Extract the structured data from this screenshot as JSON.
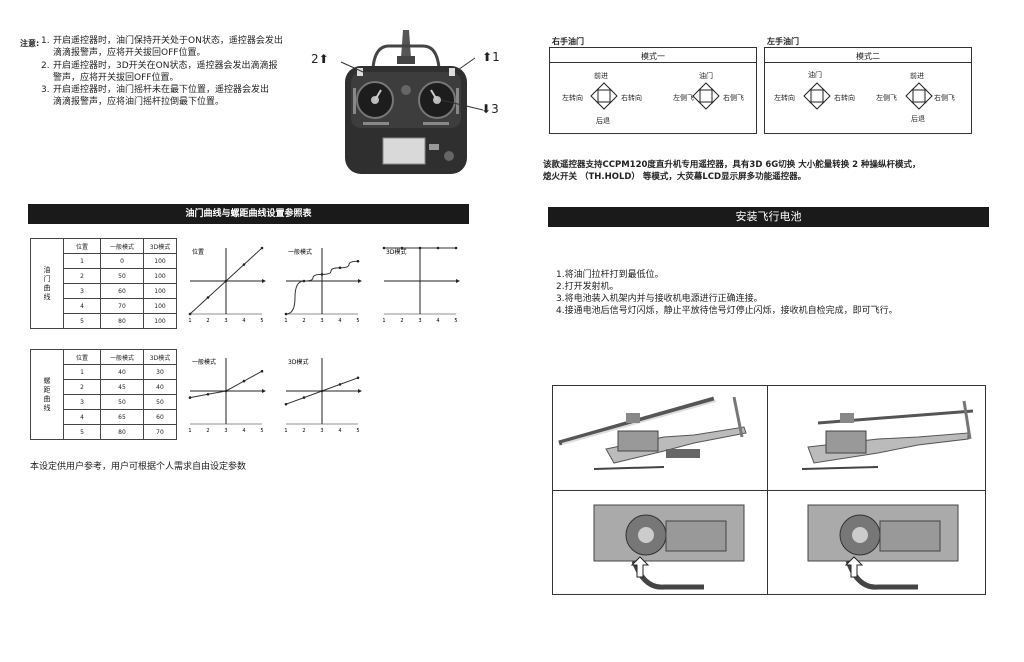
{
  "notes": {
    "label": "注意:",
    "items": [
      {
        "num": "1.",
        "line1": "开启遥控器时，油门保持开关处于ON状态，遥控器会发出",
        "line2": "滴滴报警声，应将开关拔回OFF位置。"
      },
      {
        "num": "2.",
        "line1": "开启遥控器时，3D开关在ON状态，遥控器会发出滴滴报",
        "line2": "警声，应将开关拔回OFF位置。"
      },
      {
        "num": "3.",
        "line1": "开启遥控器时，油门摇杆未在最下位置，遥控器会发出",
        "line2": "滴滴报警声，应将油门摇杆拉倒最下位置。"
      }
    ]
  },
  "callouts": {
    "c1": "1",
    "c2": "2",
    "c3": "3"
  },
  "curve_section": {
    "title": "油门曲线与螺距曲线设置参照表",
    "throttle": {
      "side_label": "油门曲线",
      "headers": [
        "位置",
        "一般模式",
        "3D模式"
      ],
      "rows": [
        [
          "1",
          "0",
          "100"
        ],
        [
          "2",
          "50",
          "100"
        ],
        [
          "3",
          "60",
          "100"
        ],
        [
          "4",
          "70",
          "100"
        ],
        [
          "5",
          "80",
          "100"
        ]
      ],
      "graph_labels": [
        "位置",
        "一般模式",
        "3D模式"
      ]
    },
    "pitch": {
      "side_label": "螺距曲线",
      "headers": [
        "位置",
        "一般模式",
        "3D模式"
      ],
      "rows": [
        [
          "1",
          "40",
          "30"
        ],
        [
          "2",
          "45",
          "40"
        ],
        [
          "3",
          "50",
          "50"
        ],
        [
          "4",
          "65",
          "60"
        ],
        [
          "5",
          "80",
          "70"
        ]
      ],
      "graph_labels": [
        "一般模式",
        "3D模式"
      ]
    },
    "axis_ticks": [
      "1",
      "2",
      "3",
      "4",
      "5"
    ],
    "footer": "本设定供用户参考，用户可根据个人需求自由设定参数"
  },
  "modes": {
    "right_throttle": {
      "caption": "右手油门",
      "title": "模式一",
      "left_pad": {
        "top": "前进",
        "left": "左转向",
        "right": "右转向",
        "bottom": "后退"
      },
      "right_pad": {
        "top": "油门",
        "left": "左侧飞",
        "right": "右侧飞",
        "bottom": ""
      }
    },
    "left_throttle": {
      "caption": "左手油门",
      "title": "模式二",
      "left_pad": {
        "top": "油门",
        "left": "左转向",
        "right": "右转向",
        "bottom": ""
      },
      "right_pad": {
        "top": "前进",
        "left": "左侧飞",
        "right": "右侧飞",
        "bottom": "后退"
      }
    }
  },
  "description": {
    "line1": "该款遥控器支持CCPM120度直升机专用遥控器，具有3D 6G切换 大小舵量转换 2 种操纵杆模式，",
    "line2": "熄火开关 （TH.HOLD） 等模式，大荧幕LCD显示屏多功能遥控器。"
  },
  "battery": {
    "title": "安装飞行电池",
    "steps": [
      "1.将油门拉杆打到最低位。",
      "2.打开发射机。",
      "3.将电池装入机架内并与接收机电源进行正确连接。",
      "4.接通电池后信号灯闪烁，静止平放待信号灯停止闪烁，接收机自检完成，即可飞行。"
    ]
  }
}
